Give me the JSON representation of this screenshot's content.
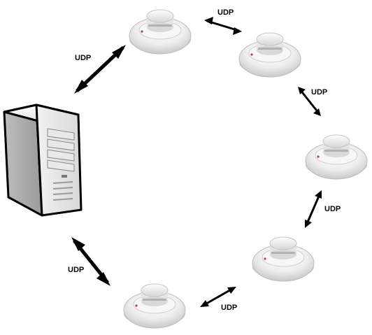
{
  "diagram": {
    "server": {
      "icon": "server-tower-icon"
    },
    "detectors": [
      {
        "icon": "smoke-detector-icon"
      },
      {
        "icon": "smoke-detector-icon"
      },
      {
        "icon": "smoke-detector-icon"
      },
      {
        "icon": "smoke-detector-icon"
      },
      {
        "icon": "smoke-detector-icon"
      }
    ],
    "links": [
      {
        "label": "UDP"
      },
      {
        "label": "UDP"
      },
      {
        "label": "UDP"
      },
      {
        "label": "UDP"
      },
      {
        "label": "UDP"
      },
      {
        "label": "UDP"
      }
    ]
  }
}
